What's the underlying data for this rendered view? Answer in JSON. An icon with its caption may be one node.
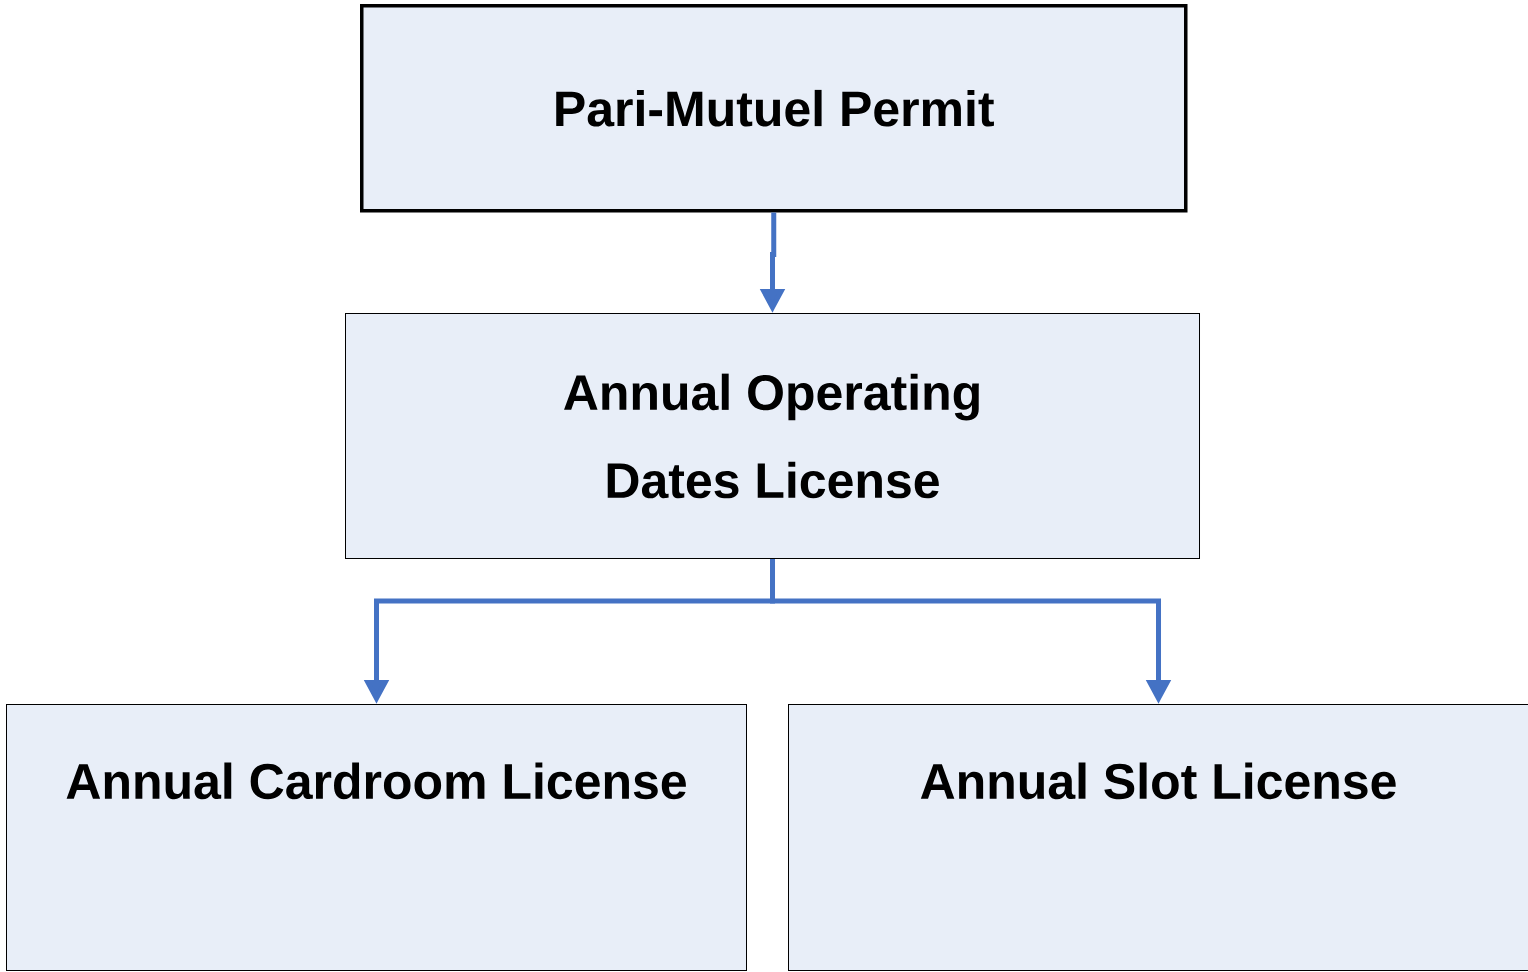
{
  "diagram": {
    "nodes": [
      {
        "text": [
          "Pari-Mutuel Permit"
        ]
      },
      {
        "text": [
          "Annual Operating Dates License"
        ]
      },
      {
        "text": [
          "Annual Cardroom License"
        ]
      },
      {
        "text": [
          "Annual Slot License"
        ]
      }
    ],
    "edges": [
      {
        "from": 0,
        "to": 1,
        "arrow": "to"
      },
      {
        "from": 1,
        "to": 2,
        "arrow": "to"
      },
      {
        "from": 1,
        "to": 3,
        "arrow": "to"
      }
    ]
  }
}
